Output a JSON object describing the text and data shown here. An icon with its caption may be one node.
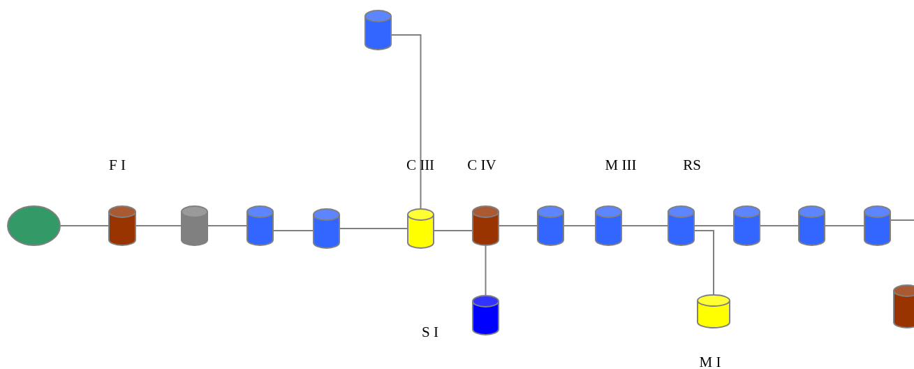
{
  "diagram": {
    "nodes": [
      {
        "text": [],
        "shape": "ellipse"
      },
      {
        "text": [],
        "shape": "cylinder",
        "beside": [
          "F I"
        ]
      },
      {
        "text": [],
        "shape": "cylinder"
      },
      {
        "text": [],
        "shape": "cylinder"
      },
      {
        "text": [],
        "shape": "cylinder"
      },
      {
        "text": [],
        "shape": "cylinder"
      },
      {
        "text": [],
        "shape": "cylinder",
        "beside": [
          "C III"
        ]
      },
      {
        "text": [],
        "shape": "cylinder",
        "beside": [
          "C IV"
        ]
      },
      {
        "text": [],
        "shape": "cylinder",
        "beside": [
          "S I"
        ]
      },
      {
        "text": [],
        "shape": "cylinder"
      },
      {
        "text": [],
        "shape": "cylinder",
        "beside": [
          "M III"
        ]
      },
      {
        "text": [],
        "shape": "cylinder",
        "beside": [
          "RS"
        ]
      },
      {
        "text": [],
        "shape": "cylinder",
        "beside": [
          "M I"
        ]
      },
      {
        "text": [],
        "shape": "cylinder"
      },
      {
        "text": [],
        "shape": "cylinder"
      },
      {
        "text": [],
        "shape": "cylinder"
      },
      {
        "text": [],
        "shape": "cylinder"
      }
    ],
    "edges": [
      {
        "from": 0,
        "to": 1,
        "arrow": "none"
      },
      {
        "from": 1,
        "to": 2,
        "arrow": "none"
      },
      {
        "from": 2,
        "to": 3,
        "arrow": "none"
      },
      {
        "from": 3,
        "to": 4,
        "arrow": "none"
      },
      {
        "from": 4,
        "to": 6,
        "arrow": "none"
      },
      {
        "from": 5,
        "to": 6,
        "arrow": "none"
      },
      {
        "from": 6,
        "to": 7,
        "arrow": "none"
      },
      {
        "from": 7,
        "to": 8,
        "arrow": "none"
      },
      {
        "from": 7,
        "to": 9,
        "arrow": "none"
      },
      {
        "from": 9,
        "to": 10,
        "arrow": "none"
      },
      {
        "from": 10,
        "to": 11,
        "arrow": "none"
      },
      {
        "from": 11,
        "to": 13,
        "arrow": "none"
      },
      {
        "from": 11,
        "to": 12,
        "arrow": "none"
      },
      {
        "from": 13,
        "to": 14,
        "arrow": "none"
      },
      {
        "from": 14,
        "to": 15,
        "arrow": "none"
      },
      {
        "from": 15,
        "to": null,
        "arrow": "none"
      }
    ]
  }
}
